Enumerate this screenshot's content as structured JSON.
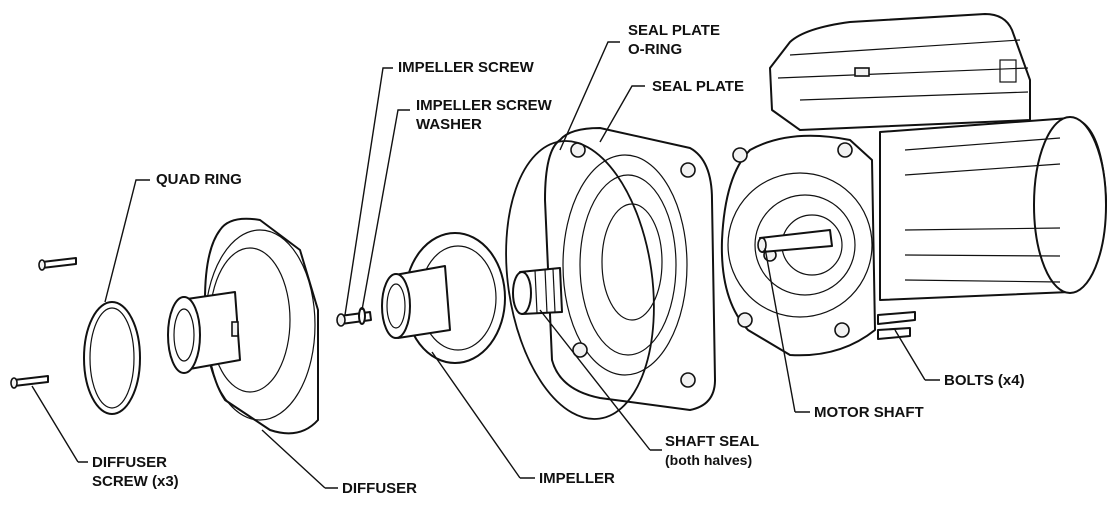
{
  "labels": {
    "seal_plate_oring": [
      "SEAL PLATE",
      "O-RING"
    ],
    "seal_plate": "SEAL PLATE",
    "impeller_screw": "IMPELLER SCREW",
    "impeller_screw_washer": [
      "IMPELLER SCREW",
      "WASHER"
    ],
    "quad_ring": "QUAD RING",
    "bolts": "BOLTS (x4)",
    "motor_shaft": "MOTOR SHAFT",
    "shaft_seal": [
      "SHAFT SEAL",
      "(both halves)"
    ],
    "impeller": "IMPELLER",
    "diffuser": "DIFFUSER",
    "diffuser_screw": [
      "DIFFUSER",
      "SCREW (x3)"
    ]
  }
}
